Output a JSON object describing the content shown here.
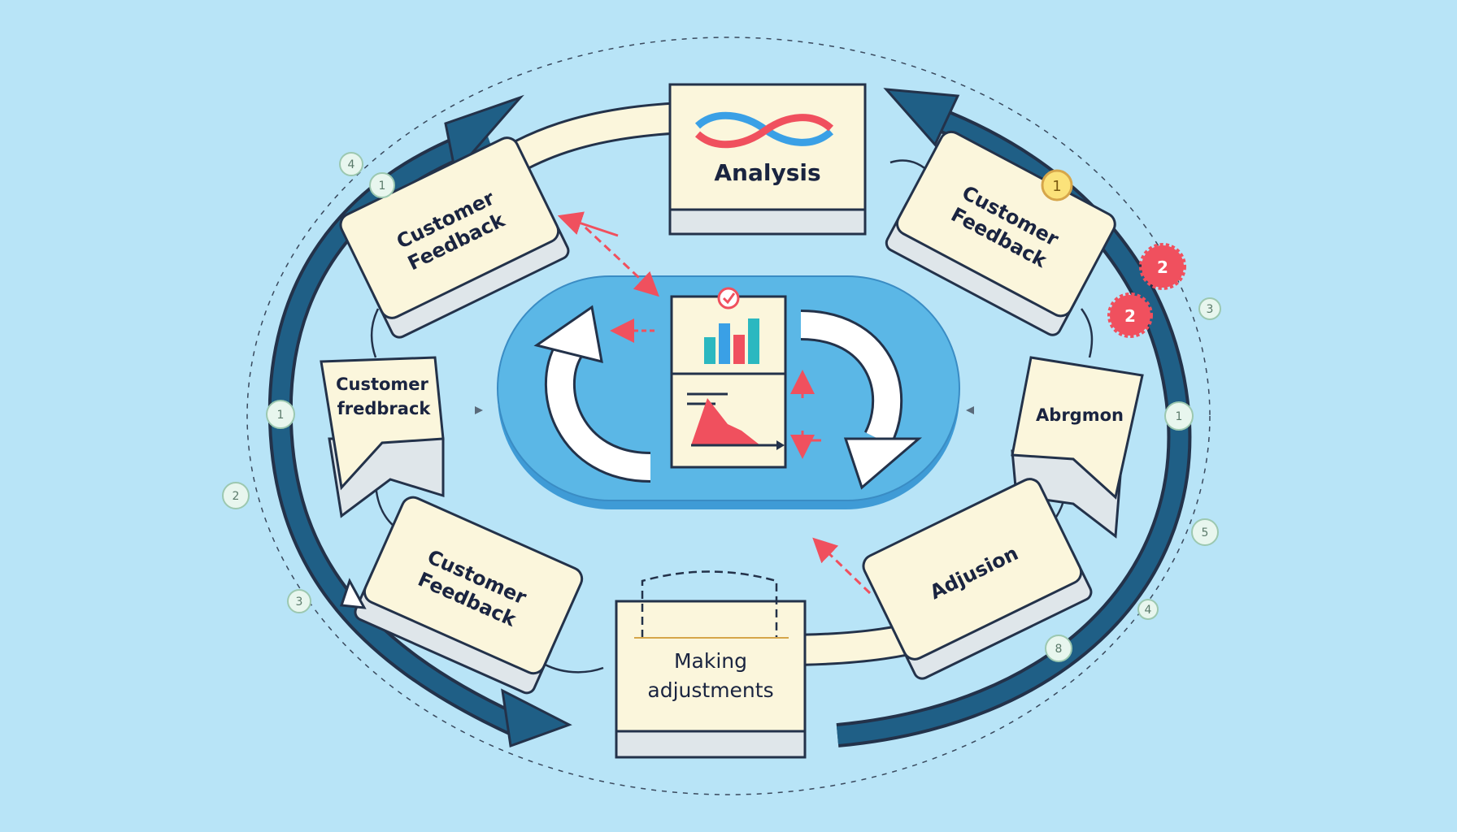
{
  "colors": {
    "background": "#b8e4f7",
    "card_face": "#fbf6dc",
    "card_edge": "#dfe6ea",
    "outline": "#23324a",
    "big_arrow": "#1f5f86",
    "center_pill": "#5bb7e6",
    "accent_red": "#f0505e",
    "accent_teal": "#2bb8c0",
    "accent_blue": "#3aa0e6"
  },
  "cards": {
    "analysis": "Analysis",
    "feedback_top_left_1": "Customer",
    "feedback_top_left_2": "Feedback",
    "feedback_top_right_1": "Customer",
    "feedback_top_right_2": "Feedback",
    "feedback_left_1": "Customer",
    "feedback_left_2": "fredbrack",
    "abrgmon": "Abrgmon",
    "feedback_bottom_left_1": "Customer",
    "feedback_bottom_left_2": "Feedback",
    "adjusion": "Adjusion",
    "making_1": "Making",
    "making_2": "adjustments"
  },
  "badges": {
    "yellow": "1",
    "red_upper": "2",
    "red_lower": "2"
  },
  "markers": {
    "top_left_a": "4",
    "top_left_b": "1",
    "left_mid": "1",
    "left_low": "2",
    "left_bottom": "3",
    "right_upper": "3",
    "right_mid": "1",
    "right_low": "5",
    "right_bottom_a": "4",
    "right_bottom_b": "8"
  },
  "icons": [
    "infinity-icon",
    "bar-chart-icon",
    "area-chart-icon",
    "clipboard-icon",
    "check-icon",
    "cycle-arrow-icon"
  ]
}
